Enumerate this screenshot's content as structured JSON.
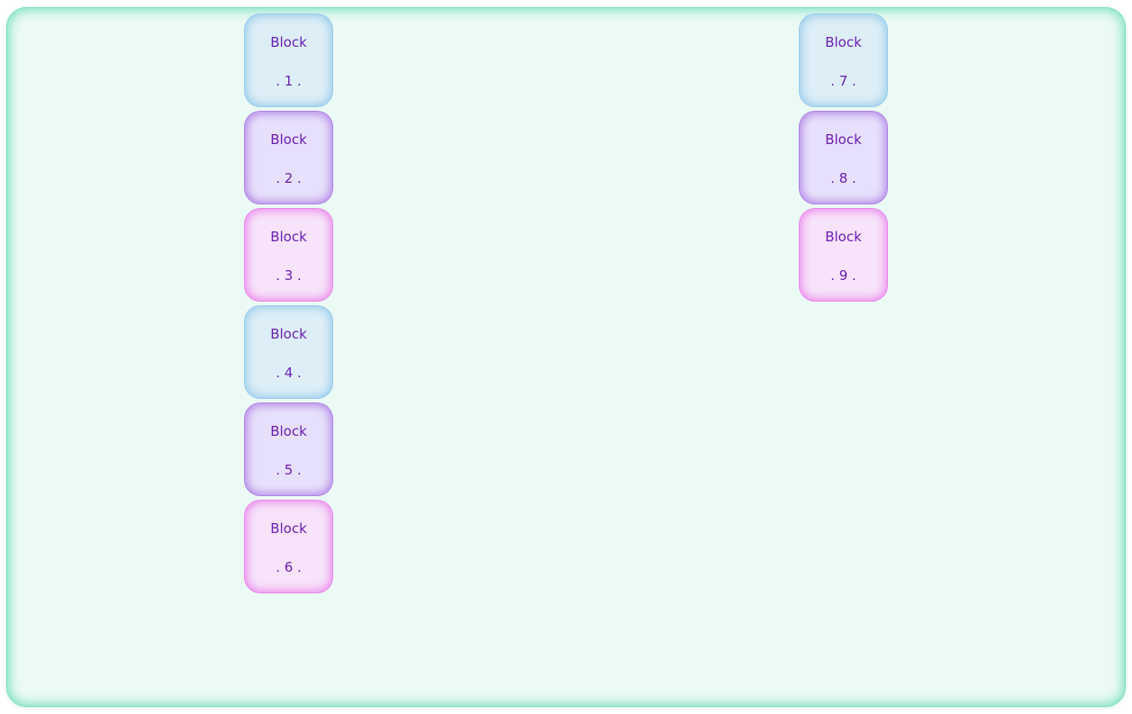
{
  "palette": {
    "page_background": "#ffffff",
    "frame_edge": "#77dec0",
    "frame_fill": "#ebfaf4",
    "text_color": "#6b1fb1",
    "variants": {
      "cyan": {
        "edge": "#97cbec",
        "fill": "#ddeef7"
      },
      "purple": {
        "edge": "#af82e6",
        "fill": "#e7e0fa"
      },
      "pink": {
        "edge": "#ea86ec",
        "fill": "#f7e3fa"
      }
    }
  },
  "columns": [
    {
      "blocks": [
        {
          "label": "Block",
          "value": ". 1 .",
          "variant": "cyan"
        },
        {
          "label": "Block",
          "value": ". 2 .",
          "variant": "purple"
        },
        {
          "label": "Block",
          "value": ". 3 .",
          "variant": "pink"
        },
        {
          "label": "Block",
          "value": ". 4 .",
          "variant": "cyan"
        },
        {
          "label": "Block",
          "value": ". 5 .",
          "variant": "purple"
        },
        {
          "label": "Block",
          "value": ". 6 .",
          "variant": "pink"
        }
      ]
    },
    {
      "blocks": [
        {
          "label": "Block",
          "value": ". 7 .",
          "variant": "cyan"
        },
        {
          "label": "Block",
          "value": ". 8 .",
          "variant": "purple"
        },
        {
          "label": "Block",
          "value": ". 9 .",
          "variant": "pink"
        }
      ]
    }
  ]
}
